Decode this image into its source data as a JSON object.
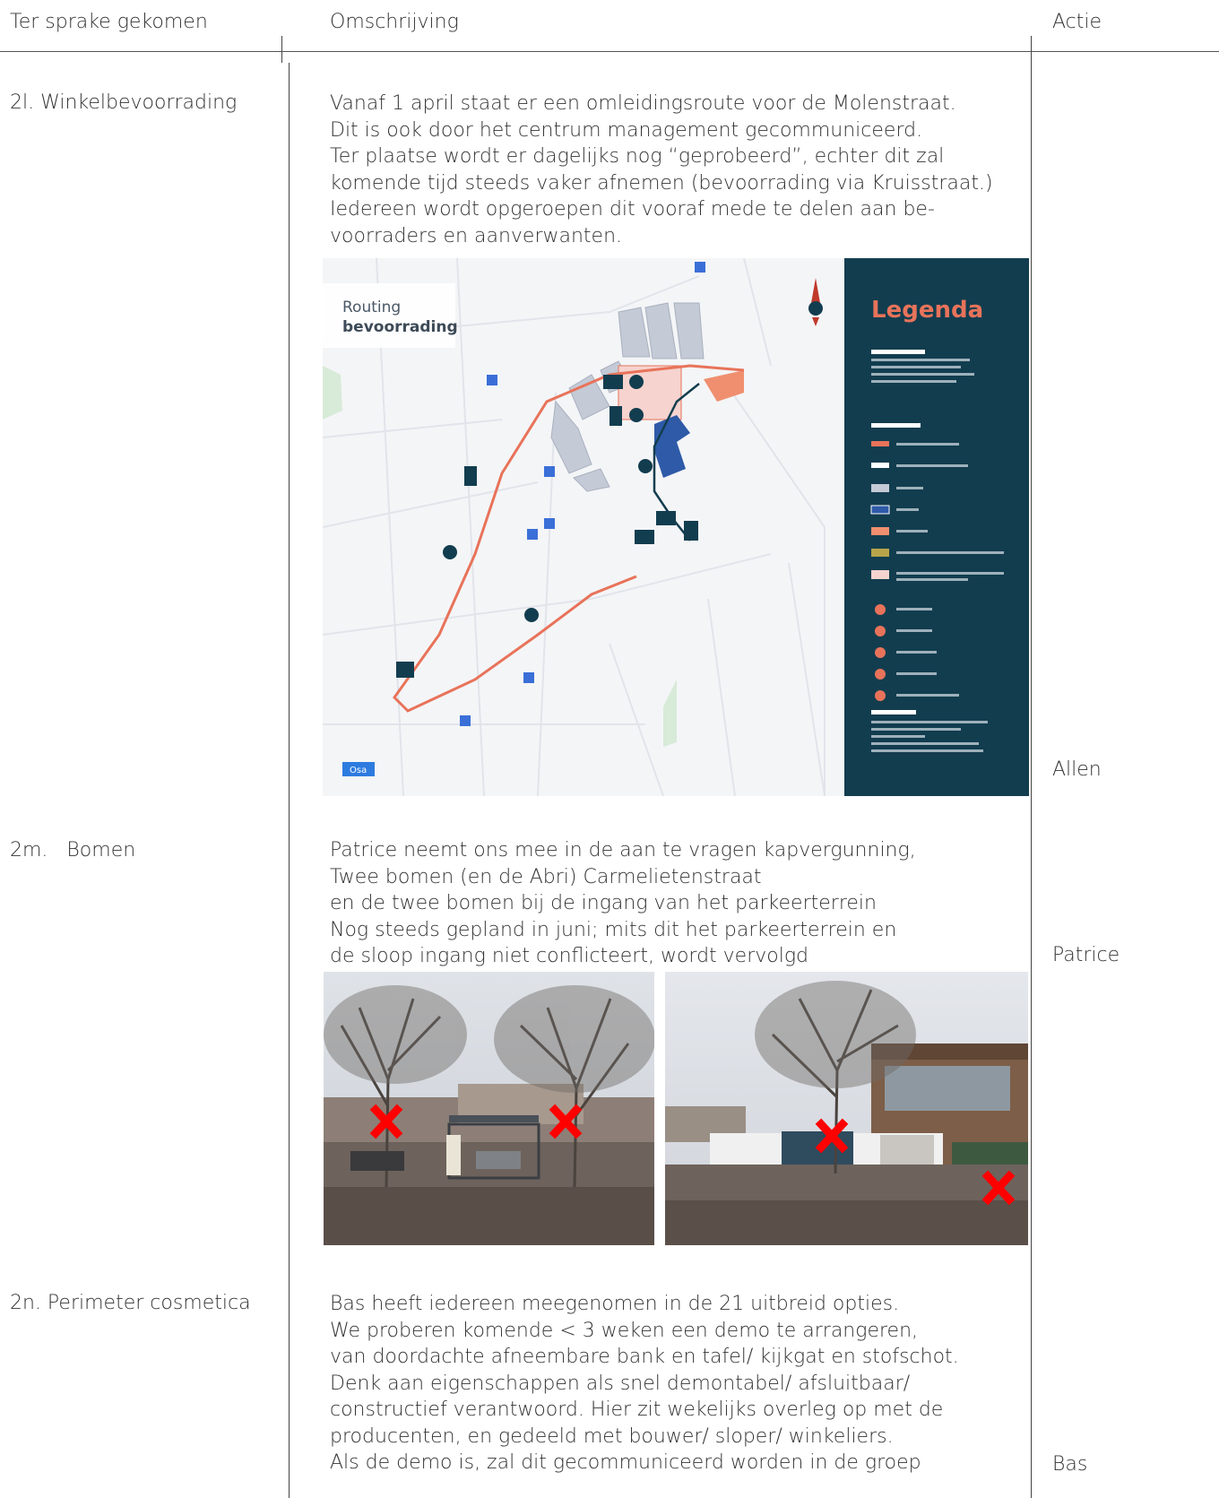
{
  "headers": {
    "col1": "Ter sprake gekomen",
    "col2": "Omschrijving",
    "col3": "Actie"
  },
  "items": [
    {
      "topic": "2l. Winkelbevoorrading",
      "lines": [
        "Vanaf 1 april staat er een omleidingsroute voor de Molenstraat.",
        "Dit is ook door het centrum management  gecommuniceerd.",
        "Ter plaatse wordt er dagelijks nog “geprobeerd”, echter dit zal",
        "komende tijd steeds vaker afnemen (bevoorrading via Kruisstraat.)",
        "Iedereen wordt opgeroepen dit vooraf mede te delen aan be-",
        "voorraders en aanverwanten."
      ],
      "action": "Allen"
    },
    {
      "topic": "2m.   Bomen",
      "lines": [
        "Patrice neemt ons mee in de aan te vragen kapvergunning,",
        "Twee bomen (en de Abri) Carmelietenstraat",
        "en de twee bomen bij de ingang van het parkeerterrein",
        "Nog steeds gepland in juni; mits dit het parkeerterrein en",
        "de sloop ingang niet conflicteert, wordt vervolgd"
      ],
      "action": "Patrice"
    },
    {
      "topic": "2n. Perimeter cosmetica",
      "lines": [
        "Bas heeft iedereen meegenomen in de 21 uitbreid opties.",
        "We proberen komende < 3 weken een demo te arrangeren,",
        "van doordachte afneembare bank en tafel/ kijkgat en stofschot.",
        "Denk aan eigenschappen als snel demontabel/ afsluitbaar/",
        "constructief verantwoord. Hier zit wekelijks overleg op met de",
        "producenten, en gedeeld met bouwer/ sloper/ winkeliers.",
        "Als de demo is, zal dit gecommuniceerd worden in de groep"
      ],
      "action": "Bas"
    }
  ],
  "map": {
    "title_light": "Routing",
    "title_bold": "bevoorrading",
    "legend_title": "Legenda",
    "osa_badge": "Osa",
    "colors": {
      "panel": "#123d4f",
      "legend_title": "#e8735a",
      "route": "#e8735a",
      "school": "#2e5aa8"
    }
  },
  "photos": [
    {
      "name": "photo-abri-carmelietenstraat"
    },
    {
      "name": "photo-parkeerterrein-ingang"
    }
  ]
}
